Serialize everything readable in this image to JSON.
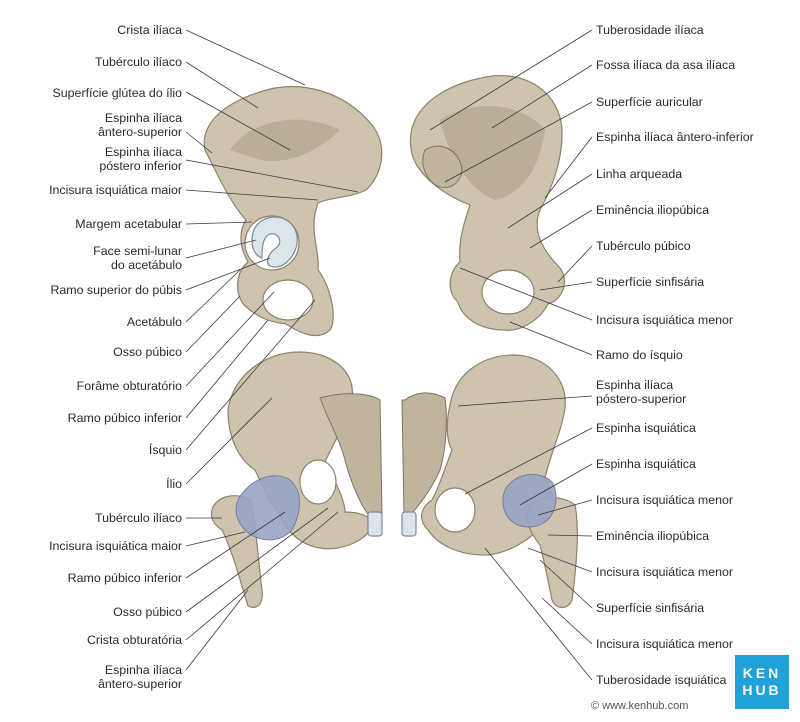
{
  "left_labels": [
    "Crista ilíaca",
    "Tubérculo ilíaco",
    "Superfície glútea do ílio",
    "Espinha ilíaca\nântero-superior",
    "Espinha ilíaca\npóstero inferior",
    "Incisura isquiática maior",
    "Margem acetabular",
    "Face semi-lunar\ndo acetábulo",
    "Ramo superior do púbis",
    "Acetábulo",
    "Osso púbico",
    "Forâme obturatório",
    "Ramo púbico inferior",
    "Ísquio",
    "Ílio",
    "Tubérculo ilíaco",
    "Incisura isquiática maior",
    "Ramo púbico inferior",
    "Osso púbico",
    "Crista obturatória",
    "Espinha ilíaca\nântero-superior"
  ],
  "right_labels": [
    "Tuberosidade ilíaca",
    "Fossa ilíaca da asa ilíaca",
    "Superfície auricular",
    "Espinha ilíaca ântero-inferior",
    "Linha arqueada",
    "Eminência iliopúbica",
    "Tubérculo púbico",
    "Superfície sinfisária",
    "Incisura isquiática menor",
    "Ramo do ísquio",
    "Espinha ilíaca\npóstero-superior",
    "Espinha isquiática",
    "Espinha isquiática",
    "Incisura isquiática menor",
    "Eminência iliopúbica",
    "Incisura isquiática menor",
    "Superfície sinfisária",
    "Incisura isquiática menor",
    "Tuberosidade isquiática"
  ],
  "logo": {
    "line1": "KEN",
    "line2": "HUB"
  },
  "copyright": "© www.kenhub.com",
  "colors": {
    "bone": "#cdc3ae",
    "cartilage": "#dce6ea",
    "ligament": "#9aa4c4",
    "logo": "#1fa2d8"
  }
}
